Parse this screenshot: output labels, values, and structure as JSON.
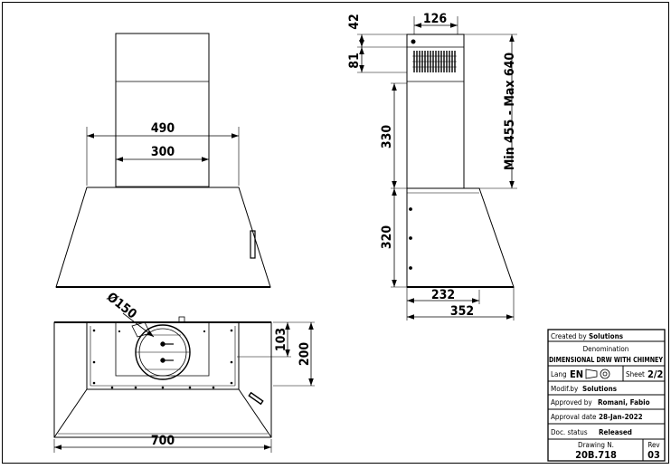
{
  "dimensions": {
    "front_chimney_outer": "490",
    "front_chimney_inner": "300",
    "side_top_small": "42",
    "side_top_width": "126",
    "side_vent_height": "81",
    "side_chimney_range": "Min 455 - Max 640",
    "side_upper_height": "330",
    "side_lower_height": "320",
    "side_depth_inner": "232",
    "side_depth_total": "352",
    "plan_diameter": "Ø150",
    "plan_offset": "103",
    "plan_depth": "200",
    "plan_width": "700"
  },
  "title_block": {
    "created_by_label": "Created by",
    "created_by_value": "Solutions",
    "denomination_label": "Denomination",
    "denomination_value": "DIMENSIONAL DRW WITH CHIMNEY",
    "lang_label": "Lang",
    "lang_value": "EN",
    "sheet_label": "Sheet",
    "sheet_value": "2/2",
    "modified_by_label": "Modif.by",
    "modified_by_value": "Solutions",
    "approved_by_label": "Approved by",
    "approved_by_value": "Romani, Fabio",
    "approval_date_label": "Approval date",
    "approval_date_value": "28-Jan-2022",
    "doc_status_label": "Doc. status",
    "doc_status_value": "Released",
    "drawing_no_label": "Drawing N.",
    "drawing_no_value": "20B.718",
    "rev_label": "Rev",
    "rev_value": "03"
  }
}
